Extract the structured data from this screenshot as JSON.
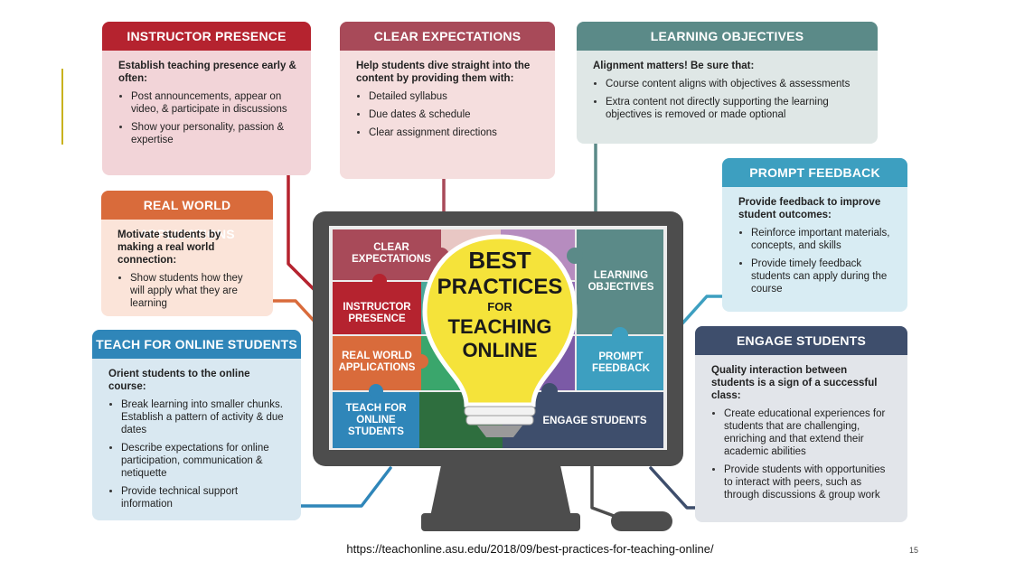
{
  "cards": {
    "instructor_presence": {
      "title": "INSTRUCTOR PRESENCE",
      "lead": "Establish teaching presence early & often:",
      "bullets": [
        "Post announcements, appear on video, & participate in discussions",
        "Show your personality, passion & expertise"
      ]
    },
    "clear_expectations": {
      "title": "CLEAR EXPECTATIONS",
      "lead": "Help students dive straight into the content by providing them with:",
      "bullets": [
        "Detailed syllabus",
        "Due dates & schedule",
        "Clear assignment directions"
      ]
    },
    "learning_objectives": {
      "title": "LEARNING OBJECTIVES",
      "lead": "Alignment matters! Be sure that:",
      "bullets": [
        "Course content aligns with objectives & assessments",
        "Extra content not directly supporting the learning objectives is removed or made optional"
      ]
    },
    "prompt_feedback": {
      "title": "PROMPT FEEDBACK",
      "lead": "Provide feedback to improve student outcomes:",
      "bullets": [
        "Reinforce important materials, concepts, and skills",
        "Provide timely feedback students can apply during the course"
      ]
    },
    "real_world": {
      "title": "REAL WORLD APPLICATIONS",
      "lead": "Motivate students by making a real world connection:",
      "bullets": [
        "Show students how they will apply what they are learning"
      ]
    },
    "teach_online": {
      "title": "TEACH FOR ONLINE STUDENTS",
      "lead": "Orient students to the online course:",
      "bullets": [
        "Break learning into smaller chunks. Establish a pattern of activity & due dates",
        "Describe expectations for online participation, communication & netiquette",
        "Provide technical support information"
      ]
    },
    "engage_students": {
      "title": "ENGAGE STUDENTS",
      "lead": "Quality interaction between students is a sign of a successful class:",
      "bullets": [
        "Create educational experiences for students that are challenging, enriching and that extend their academic abilities",
        "Provide students with opportunities to interact with peers, such as through discussions & group work"
      ]
    }
  },
  "puzzle": {
    "clear_expectations": "CLEAR EXPECTATIONS",
    "instructor_presence": "INSTRUCTOR PRESENCE",
    "real_world": "REAL WORLD APPLICATIONS",
    "teach_online": "TEACH FOR ONLINE STUDENTS",
    "learning_objectives": "LEARNING OBJECTIVES",
    "prompt_feedback": "PROMPT FEEDBACK",
    "engage_students": "ENGAGE STUDENTS"
  },
  "bulb": {
    "line1": "BEST",
    "line2": "PRACTICES",
    "line3": "FOR",
    "line4": "TEACHING",
    "line5": "ONLINE"
  },
  "footer": {
    "url": "https://teachonline.asu.edu/2018/09/best-practices-for-teaching-online/",
    "slide_number": "15"
  },
  "colors": {
    "instructor": "#b5232f",
    "instructor_bg": "#f2d4d8",
    "clear": "#a84a59",
    "clear_bg": "#f5dede",
    "objectives": "#5b8a88",
    "objectives_bg": "#dfe7e6",
    "feedback": "#3d9fc0",
    "feedback_bg": "#d8ecf3",
    "realworld": "#d96b3b",
    "realworld_bg": "#fbe4d9",
    "online": "#2f86b9",
    "online_bg": "#d9e8f1",
    "engage": "#3e4e6c",
    "engage_bg": "#e2e5ea",
    "monitor": "#4d4d4d",
    "bulb": "#f5e33a"
  }
}
